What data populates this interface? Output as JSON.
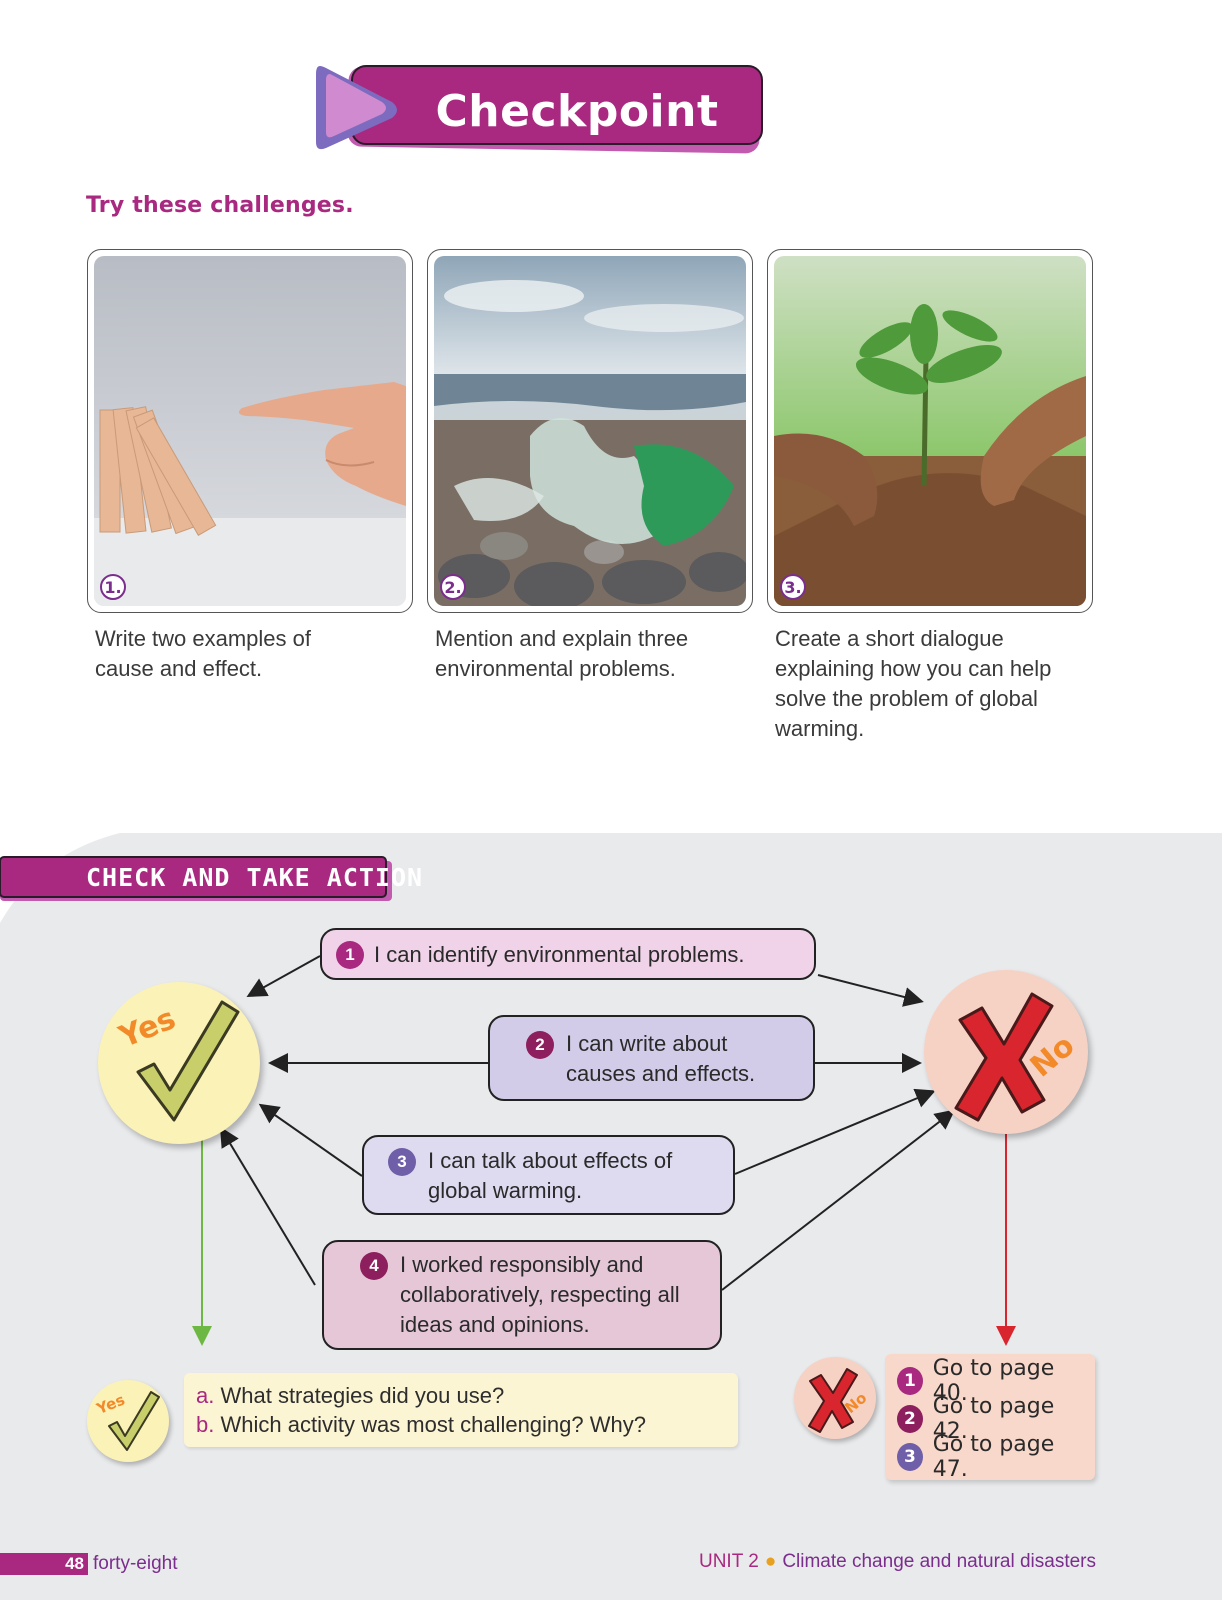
{
  "title": "Checkpoint",
  "subtitle": "Try these challenges.",
  "challenges": [
    {
      "number": "1.",
      "text": "Write two examples of cause and effect.",
      "image": "domino-blocks-finger"
    },
    {
      "number": "2.",
      "text": "Mention and explain three environmental problems.",
      "image": "plastic-waste-beach"
    },
    {
      "number": "3.",
      "text": "Create a short dialogue explaining how you can help solve the problem of global warming.",
      "image": "hands-planting-seedling"
    }
  ],
  "action": {
    "heading": "CHECK AND TAKE ACTION",
    "yes_label": "Yes",
    "no_label": "No",
    "statements": [
      {
        "number": "1",
        "text": "I can identify environmental problems.",
        "color": "#a8297f"
      },
      {
        "number": "2",
        "text": "I can write about causes and effects.",
        "color": "#8e1f5e"
      },
      {
        "number": "3",
        "text": "I can talk about effects of global warming.",
        "color": "#6f5fa8"
      },
      {
        "number": "4",
        "text": "I worked responsibly and collaboratively, respecting all ideas and opinions.",
        "color": "#8e1f5e"
      }
    ],
    "yes_questions": [
      {
        "letter": "a.",
        "text": "What strategies did you use?"
      },
      {
        "letter": "b.",
        "text": "Which activity was most challenging? Why?"
      }
    ],
    "no_actions": [
      {
        "number": "1",
        "text": "Go to page 40.",
        "color": "#a8297f"
      },
      {
        "number": "2",
        "text": "Go to page 42.",
        "color": "#8e1f5e"
      },
      {
        "number": "3",
        "text": "Go to page 47.",
        "color": "#6f5fa8"
      }
    ]
  },
  "footer": {
    "page_number": "48",
    "page_word": "forty-eight",
    "unit": "UNIT 2",
    "unit_title": "Climate change and natural disasters"
  },
  "colors": {
    "brand_magenta": "#a8297f",
    "brand_purple": "#7b2d8e",
    "yes_green": "#6cb842",
    "no_red": "#d9262e"
  }
}
